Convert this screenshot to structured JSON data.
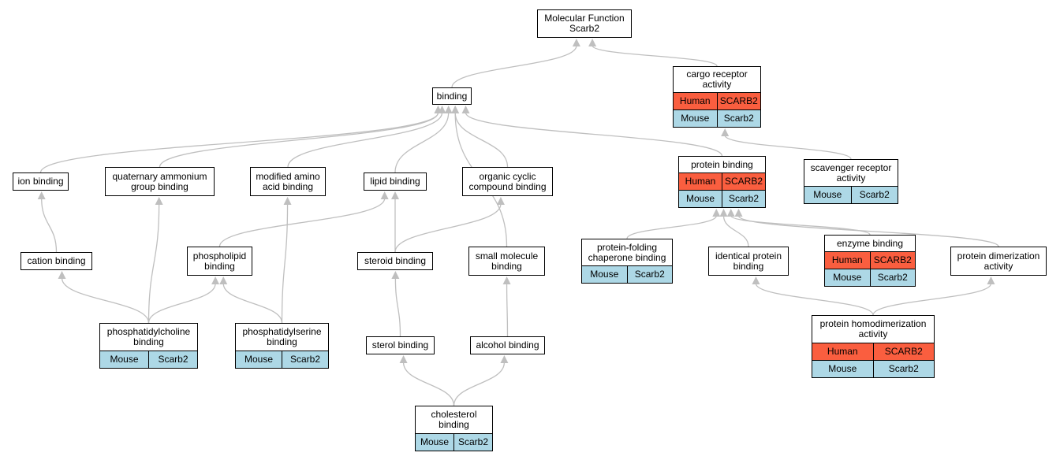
{
  "colors": {
    "human": "#fa5e3f",
    "mouse": "#add8e6",
    "edge": "#bfbfbf"
  },
  "nodes": {
    "mf": {
      "title": [
        "Molecular Function",
        "Scarb2"
      ]
    },
    "cargo": {
      "title": [
        "cargo receptor",
        "activity"
      ],
      "orthologs": [
        [
          "Human",
          "SCARB2"
        ],
        [
          "Mouse",
          "Scarb2"
        ]
      ]
    },
    "binding": {
      "title": [
        "binding"
      ]
    },
    "ion": {
      "title": [
        "ion binding"
      ]
    },
    "quat": {
      "title": [
        "quaternary ammonium",
        "group binding"
      ]
    },
    "modamino": {
      "title": [
        "modified amino",
        "acid binding"
      ]
    },
    "lipid": {
      "title": [
        "lipid binding"
      ]
    },
    "orgcyc": {
      "title": [
        "organic cyclic",
        "compound binding"
      ]
    },
    "protbind": {
      "title": [
        "protein binding"
      ],
      "orthologs": [
        [
          "Human",
          "SCARB2"
        ],
        [
          "Mouse",
          "Scarb2"
        ]
      ]
    },
    "scav": {
      "title": [
        "scavenger receptor",
        "activity"
      ],
      "orthologs": [
        [
          "Mouse",
          "Scarb2"
        ]
      ]
    },
    "cation": {
      "title": [
        "cation binding"
      ]
    },
    "phospholipid": {
      "title": [
        "phospholipid",
        "binding"
      ]
    },
    "steroid": {
      "title": [
        "steroid binding"
      ]
    },
    "smallmol": {
      "title": [
        "small molecule",
        "binding"
      ]
    },
    "chaperone": {
      "title": [
        "protein-folding",
        "chaperone binding"
      ],
      "orthologs": [
        [
          "Mouse",
          "Scarb2"
        ]
      ]
    },
    "identical": {
      "title": [
        "identical protein",
        "binding"
      ]
    },
    "enzyme": {
      "title": [
        "enzyme binding"
      ],
      "orthologs": [
        [
          "Human",
          "SCARB2"
        ],
        [
          "Mouse",
          "Scarb2"
        ]
      ]
    },
    "dimer": {
      "title": [
        "protein dimerization",
        "activity"
      ]
    },
    "pc": {
      "title": [
        "phosphatidylcholine",
        "binding"
      ],
      "orthologs": [
        [
          "Mouse",
          "Scarb2"
        ]
      ]
    },
    "ps": {
      "title": [
        "phosphatidylserine",
        "binding"
      ],
      "orthologs": [
        [
          "Mouse",
          "Scarb2"
        ]
      ]
    },
    "sterol": {
      "title": [
        "sterol binding"
      ]
    },
    "alcohol": {
      "title": [
        "alcohol binding"
      ]
    },
    "homodimer": {
      "title": [
        "protein homodimerization",
        "activity"
      ],
      "orthologs": [
        [
          "Human",
          "SCARB2"
        ],
        [
          "Mouse",
          "Scarb2"
        ]
      ]
    },
    "cholesterol": {
      "title": [
        "cholesterol",
        "binding"
      ],
      "orthologs": [
        [
          "Mouse",
          "Scarb2"
        ]
      ]
    }
  },
  "edges": [
    [
      "binding",
      "mf"
    ],
    [
      "cargo",
      "mf"
    ],
    [
      "ion",
      "binding"
    ],
    [
      "quat",
      "binding"
    ],
    [
      "modamino",
      "binding"
    ],
    [
      "lipid",
      "binding"
    ],
    [
      "orgcyc",
      "binding"
    ],
    [
      "smallmol",
      "binding"
    ],
    [
      "protbind",
      "binding"
    ],
    [
      "scav",
      "cargo"
    ],
    [
      "cation",
      "ion"
    ],
    [
      "phospholipid",
      "lipid"
    ],
    [
      "steroid",
      "lipid"
    ],
    [
      "steroid",
      "orgcyc"
    ],
    [
      "chaperone",
      "protbind"
    ],
    [
      "identical",
      "protbind"
    ],
    [
      "enzyme",
      "protbind"
    ],
    [
      "dimer",
      "protbind"
    ],
    [
      "pc",
      "cation"
    ],
    [
      "pc",
      "quat"
    ],
    [
      "pc",
      "phospholipid"
    ],
    [
      "ps",
      "phospholipid"
    ],
    [
      "ps",
      "modamino"
    ],
    [
      "sterol",
      "steroid"
    ],
    [
      "alcohol",
      "smallmol"
    ],
    [
      "homodimer",
      "identical"
    ],
    [
      "homodimer",
      "dimer"
    ],
    [
      "cholesterol",
      "sterol"
    ],
    [
      "cholesterol",
      "alcohol"
    ]
  ]
}
